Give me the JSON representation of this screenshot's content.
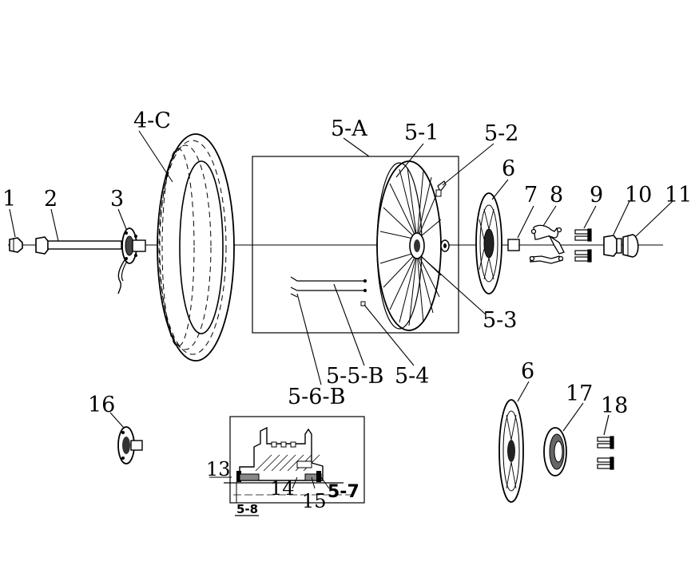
{
  "labels": {
    "p1": "1",
    "p2": "2",
    "p3": "3",
    "p4c": "4-C",
    "p5a": "5-A",
    "p5_1": "5-1",
    "p5_2": "5-2",
    "p6a": "6",
    "p6b": "6",
    "p7": "7",
    "p8": "8",
    "p9": "9",
    "p10": "10",
    "p11": "11",
    "p5_3": "5-3",
    "p5_4": "5-4",
    "p5_5b": "5-5-B",
    "p5_6b": "5-6-B",
    "p16": "16",
    "p17": "17",
    "p18": "18",
    "p13": "13",
    "p14": "14",
    "p15": "15",
    "p5_7": "5-7",
    "p5_8": "5-8"
  }
}
